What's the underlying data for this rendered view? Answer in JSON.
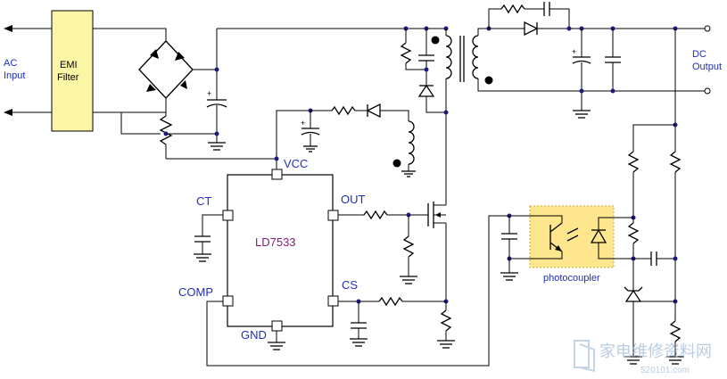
{
  "labels": {
    "ac_input_line1": "AC",
    "ac_input_line2": "Input",
    "emi_line1": "EMI",
    "emi_line2": "Filter",
    "dc_output_line1": "DC",
    "dc_output_line2": "Output",
    "ic_name": "LD7533",
    "pin_vcc": "VCC",
    "pin_ct": "CT",
    "pin_out": "OUT",
    "pin_comp": "COMP",
    "pin_cs": "CS",
    "pin_gnd": "GND",
    "photocoupler": "photocoupler",
    "watermark_cn": "家电维修资料网",
    "watermark_url": "520101.com"
  },
  "colors": {
    "emi_fill": "#fbf6a6",
    "photocoupler_fill": "#fde27a",
    "ic_text": "#8a1a7a",
    "label_blue": "#1f2fb8"
  }
}
